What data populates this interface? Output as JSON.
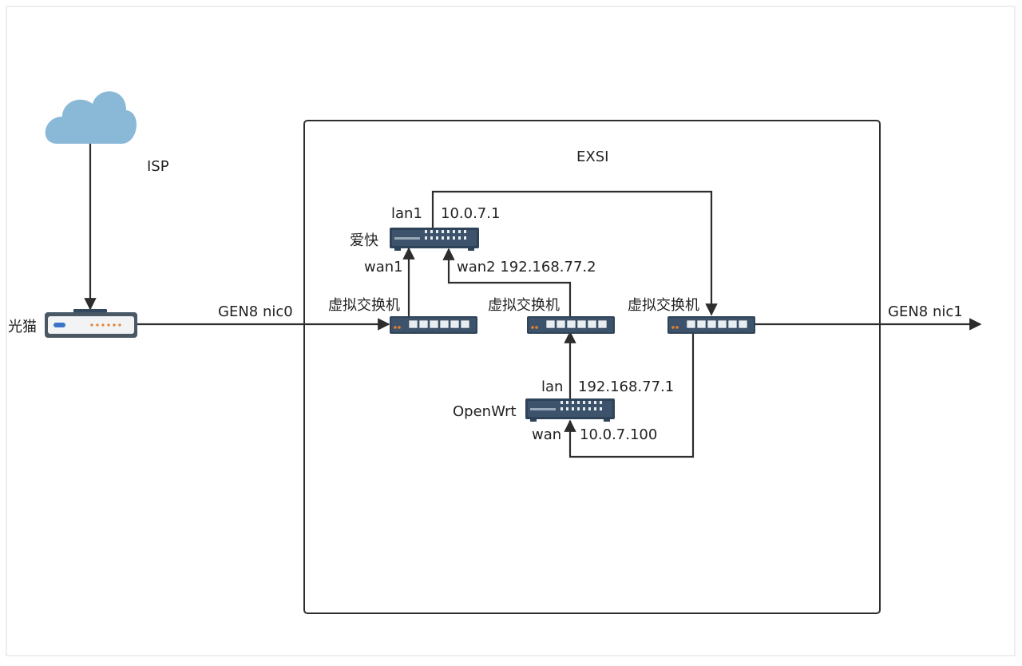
{
  "diagram": {
    "isp_label": "ISP",
    "modem_label": "光猫",
    "exsi_label": "EXSI",
    "ikuai_label": "爱快",
    "ikuai_lan1_label": "lan1",
    "ikuai_lan1_ip": "10.0.7.1",
    "ikuai_wan1_label": "wan1",
    "ikuai_wan2_label": "wan2 192.168.77.2",
    "vswitch1_label": "虚拟交换机",
    "vswitch2_label": "虚拟交换机",
    "vswitch3_label": "虚拟交换机",
    "openwrt_label": "OpenWrt",
    "openwrt_lan_label": "lan",
    "openwrt_lan_ip": "192.168.77.1",
    "openwrt_wan_label": "wan",
    "openwrt_wan_ip": "10.0.7.100",
    "nic0_label": "GEN8 nic0",
    "nic1_label": "GEN8 nic1"
  },
  "colors": {
    "line": "#2d2d2d",
    "cloud": "#8ab9d8",
    "device_body": "#34495e",
    "device_front": "#e9eef3",
    "port": "#3b73c9",
    "led": "#e87e2c"
  },
  "icons": {
    "cloud": "cloud-icon",
    "modem": "modem-icon",
    "router": "router-icon",
    "switch": "switch-icon"
  }
}
